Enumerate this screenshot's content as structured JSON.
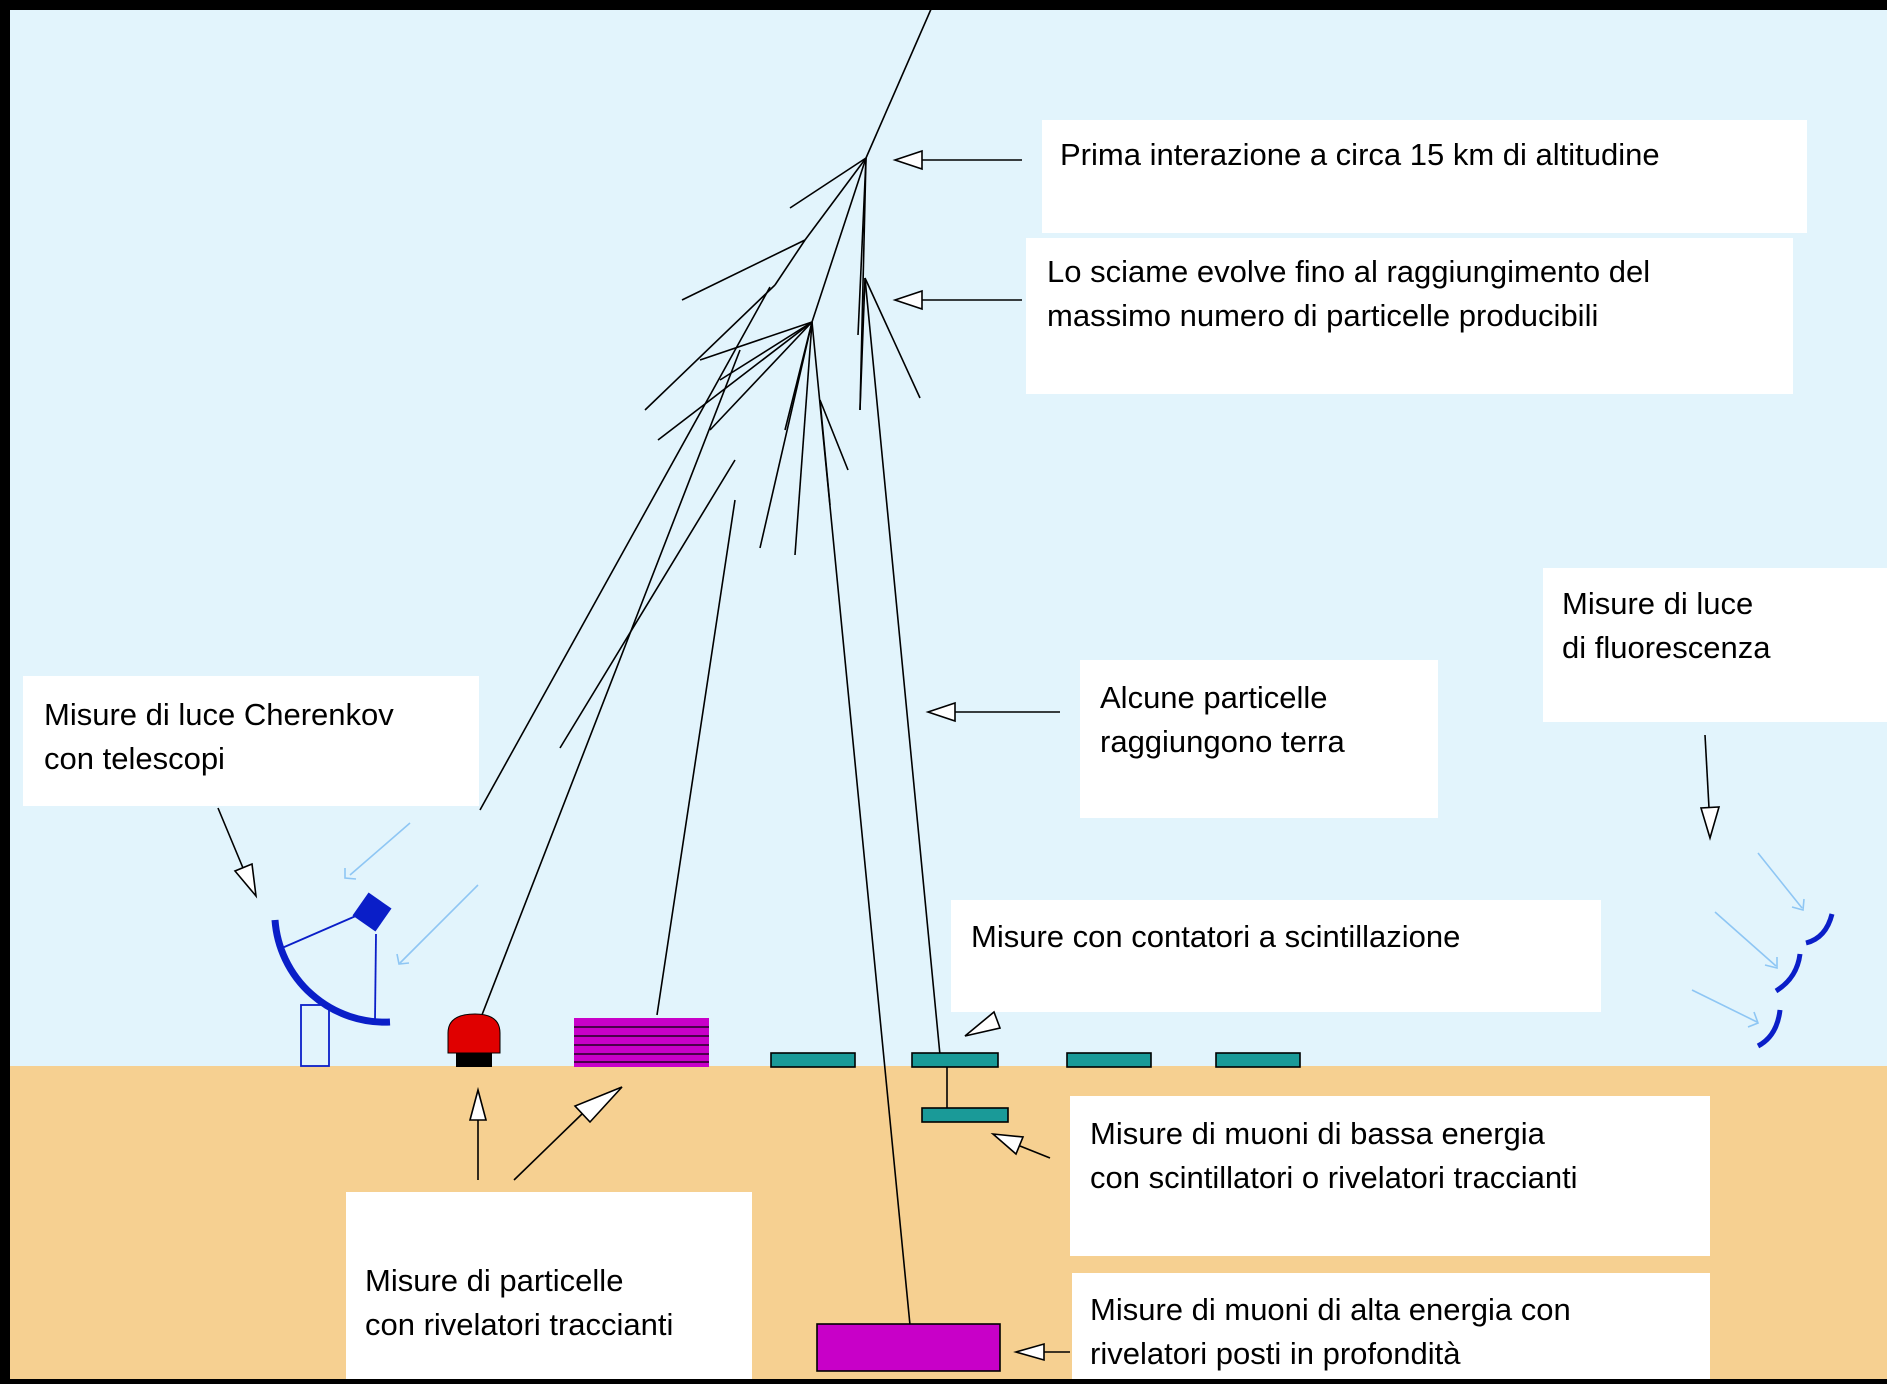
{
  "colors": {
    "sky": "#e2f4fc",
    "ground": "#f6d091",
    "frame": "#000000",
    "telescope": "#0a1ec8",
    "light_rays": "#8ec6f4",
    "scintillator": "#1a9a98",
    "tracker": "#c800c8",
    "counter_red": "#e00000"
  },
  "labels": {
    "prima_interazione": "Prima interazione a circa 15 km di altitudine",
    "sciame_line1": "Lo sciame evolve fino al raggiungimento del",
    "sciame_line2": "massimo numero di particelle producibili",
    "alcune_line1": "Alcune particelle",
    "alcune_line2": "raggiungono terra",
    "fluorescenza_line1": "Misure di luce",
    "fluorescenza_line2": "di fluorescenza",
    "cherenkov_line1": "Misure di luce Cherenkov",
    "cherenkov_line2": "con telescopi",
    "scintillazione": "Misure con contatori a scintillazione",
    "muoni_bassa_line1": "Misure di muoni di bassa energia",
    "muoni_bassa_line2": "con scintillatori o rivelatori traccianti",
    "particelle_line1": "Misure di particelle",
    "particelle_line2": "con rivelatori traccianti",
    "muoni_alta_line1": "Misure di muoni di alta energia con",
    "muoni_alta_line2": "rivelatori posti in profondità"
  },
  "icons": {
    "telescope": "cherenkov-telescope-icon",
    "fluorescence_mirrors": "fluorescence-detector-icon",
    "counter": "particle-counter-icon"
  }
}
